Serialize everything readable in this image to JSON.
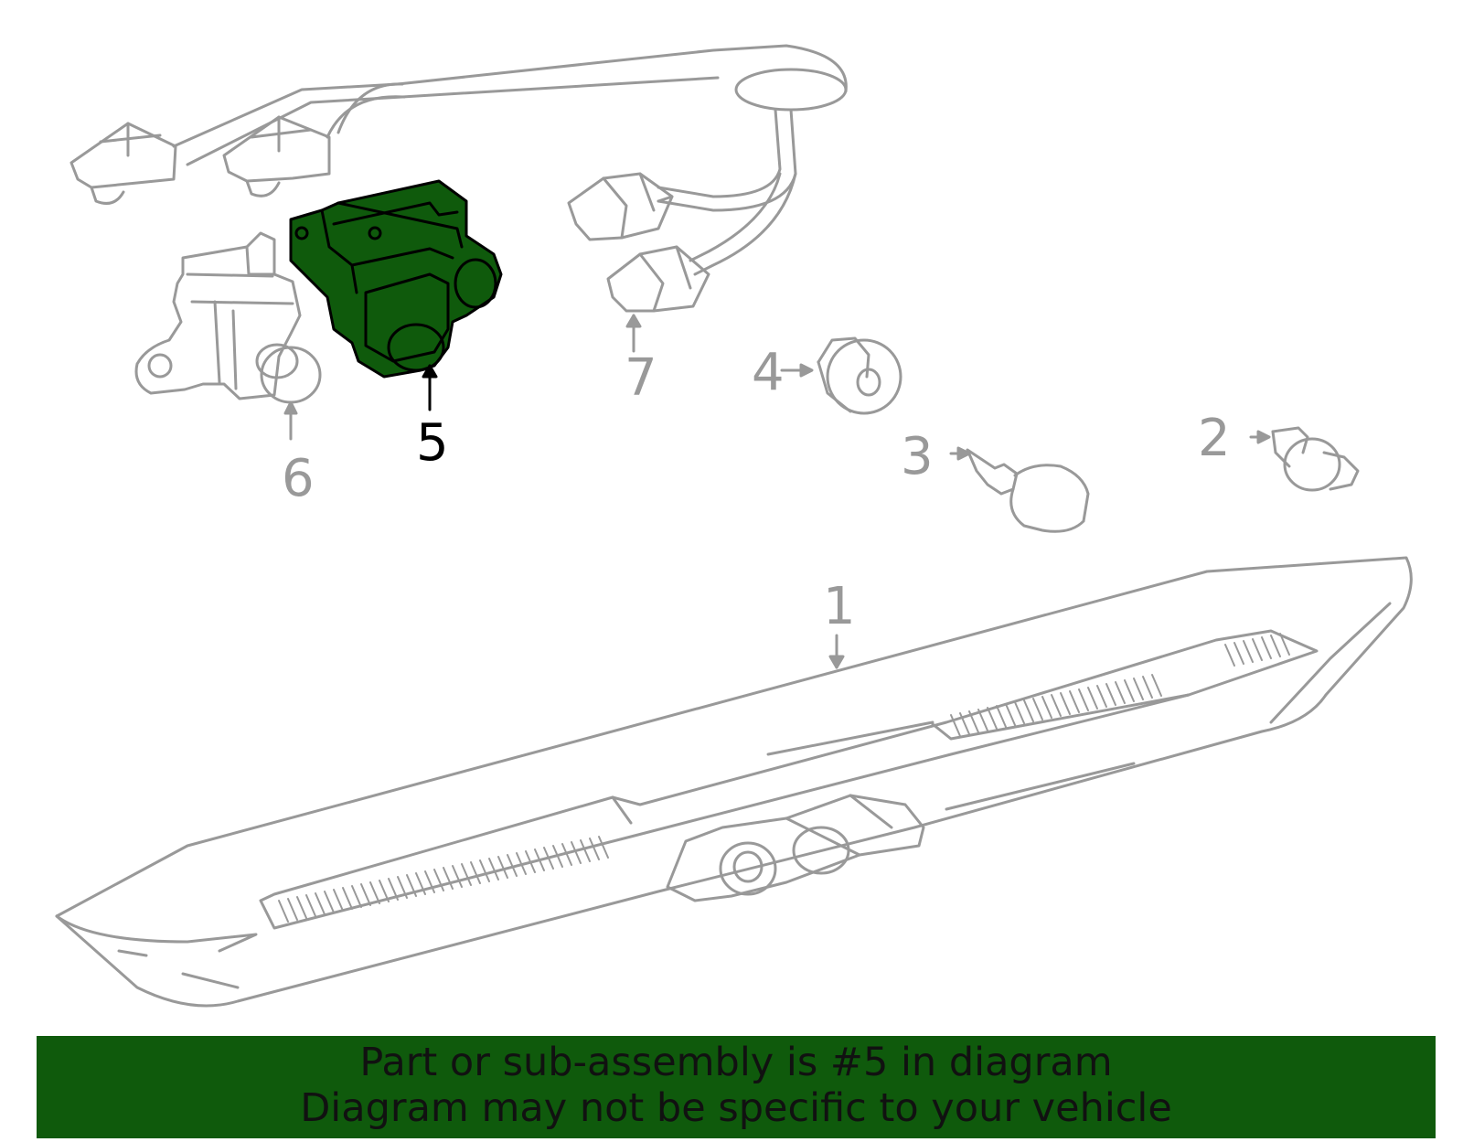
{
  "diagram": {
    "callouts": {
      "c1": "1",
      "c2": "2",
      "c3": "3",
      "c4": "4",
      "c5": "5",
      "c6": "6",
      "c7": "7"
    },
    "highlight_part": "5",
    "highlight_color": "#0f5a0c",
    "line_color": "#999999"
  },
  "banner": {
    "line1": "Part or sub-assembly is #5 in diagram",
    "line2": "Diagram may not be specific to your vehicle",
    "background": "#0f5a0c"
  }
}
